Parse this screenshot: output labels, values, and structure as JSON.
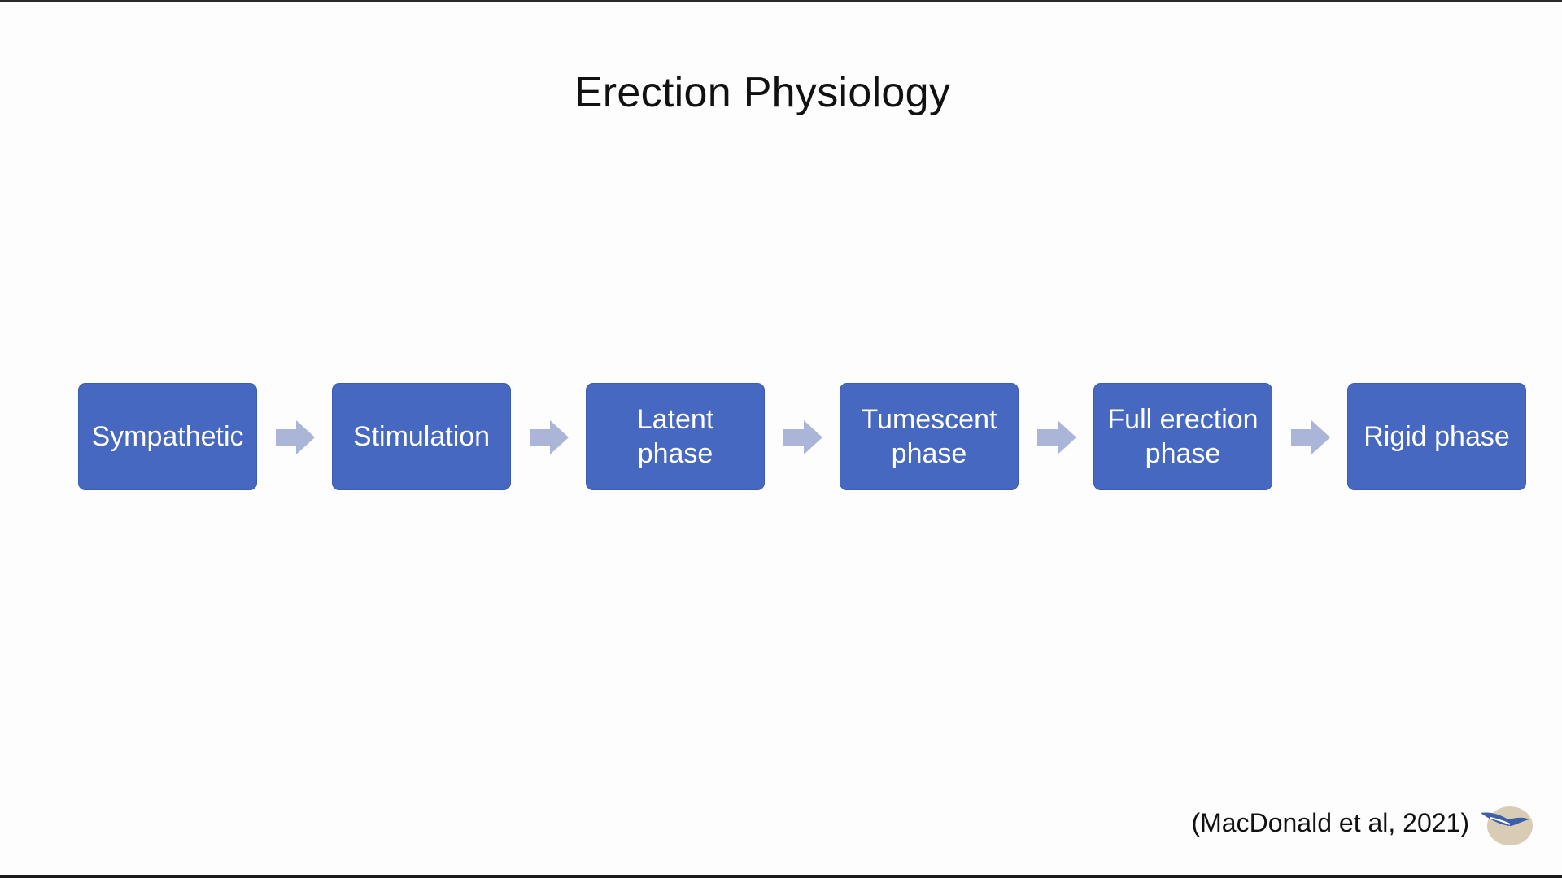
{
  "title": "Erection Physiology",
  "steps": [
    {
      "label": "Sympathetic"
    },
    {
      "label": "Stimulation"
    },
    {
      "label": "Latent\nphase"
    },
    {
      "label": "Tumescent\nphase"
    },
    {
      "label": "Full erection\nphase"
    },
    {
      "label": "Rigid phase"
    }
  ],
  "citation": "(MacDonald et al, 2021)",
  "colors": {
    "box": "#4668c0",
    "box_border": "#3c5cb0",
    "arrow": "#aab5d8",
    "background": "#fdfdfd"
  },
  "icons": {
    "arrow": "right-arrow-icon",
    "logo": "bird-logo-icon"
  }
}
